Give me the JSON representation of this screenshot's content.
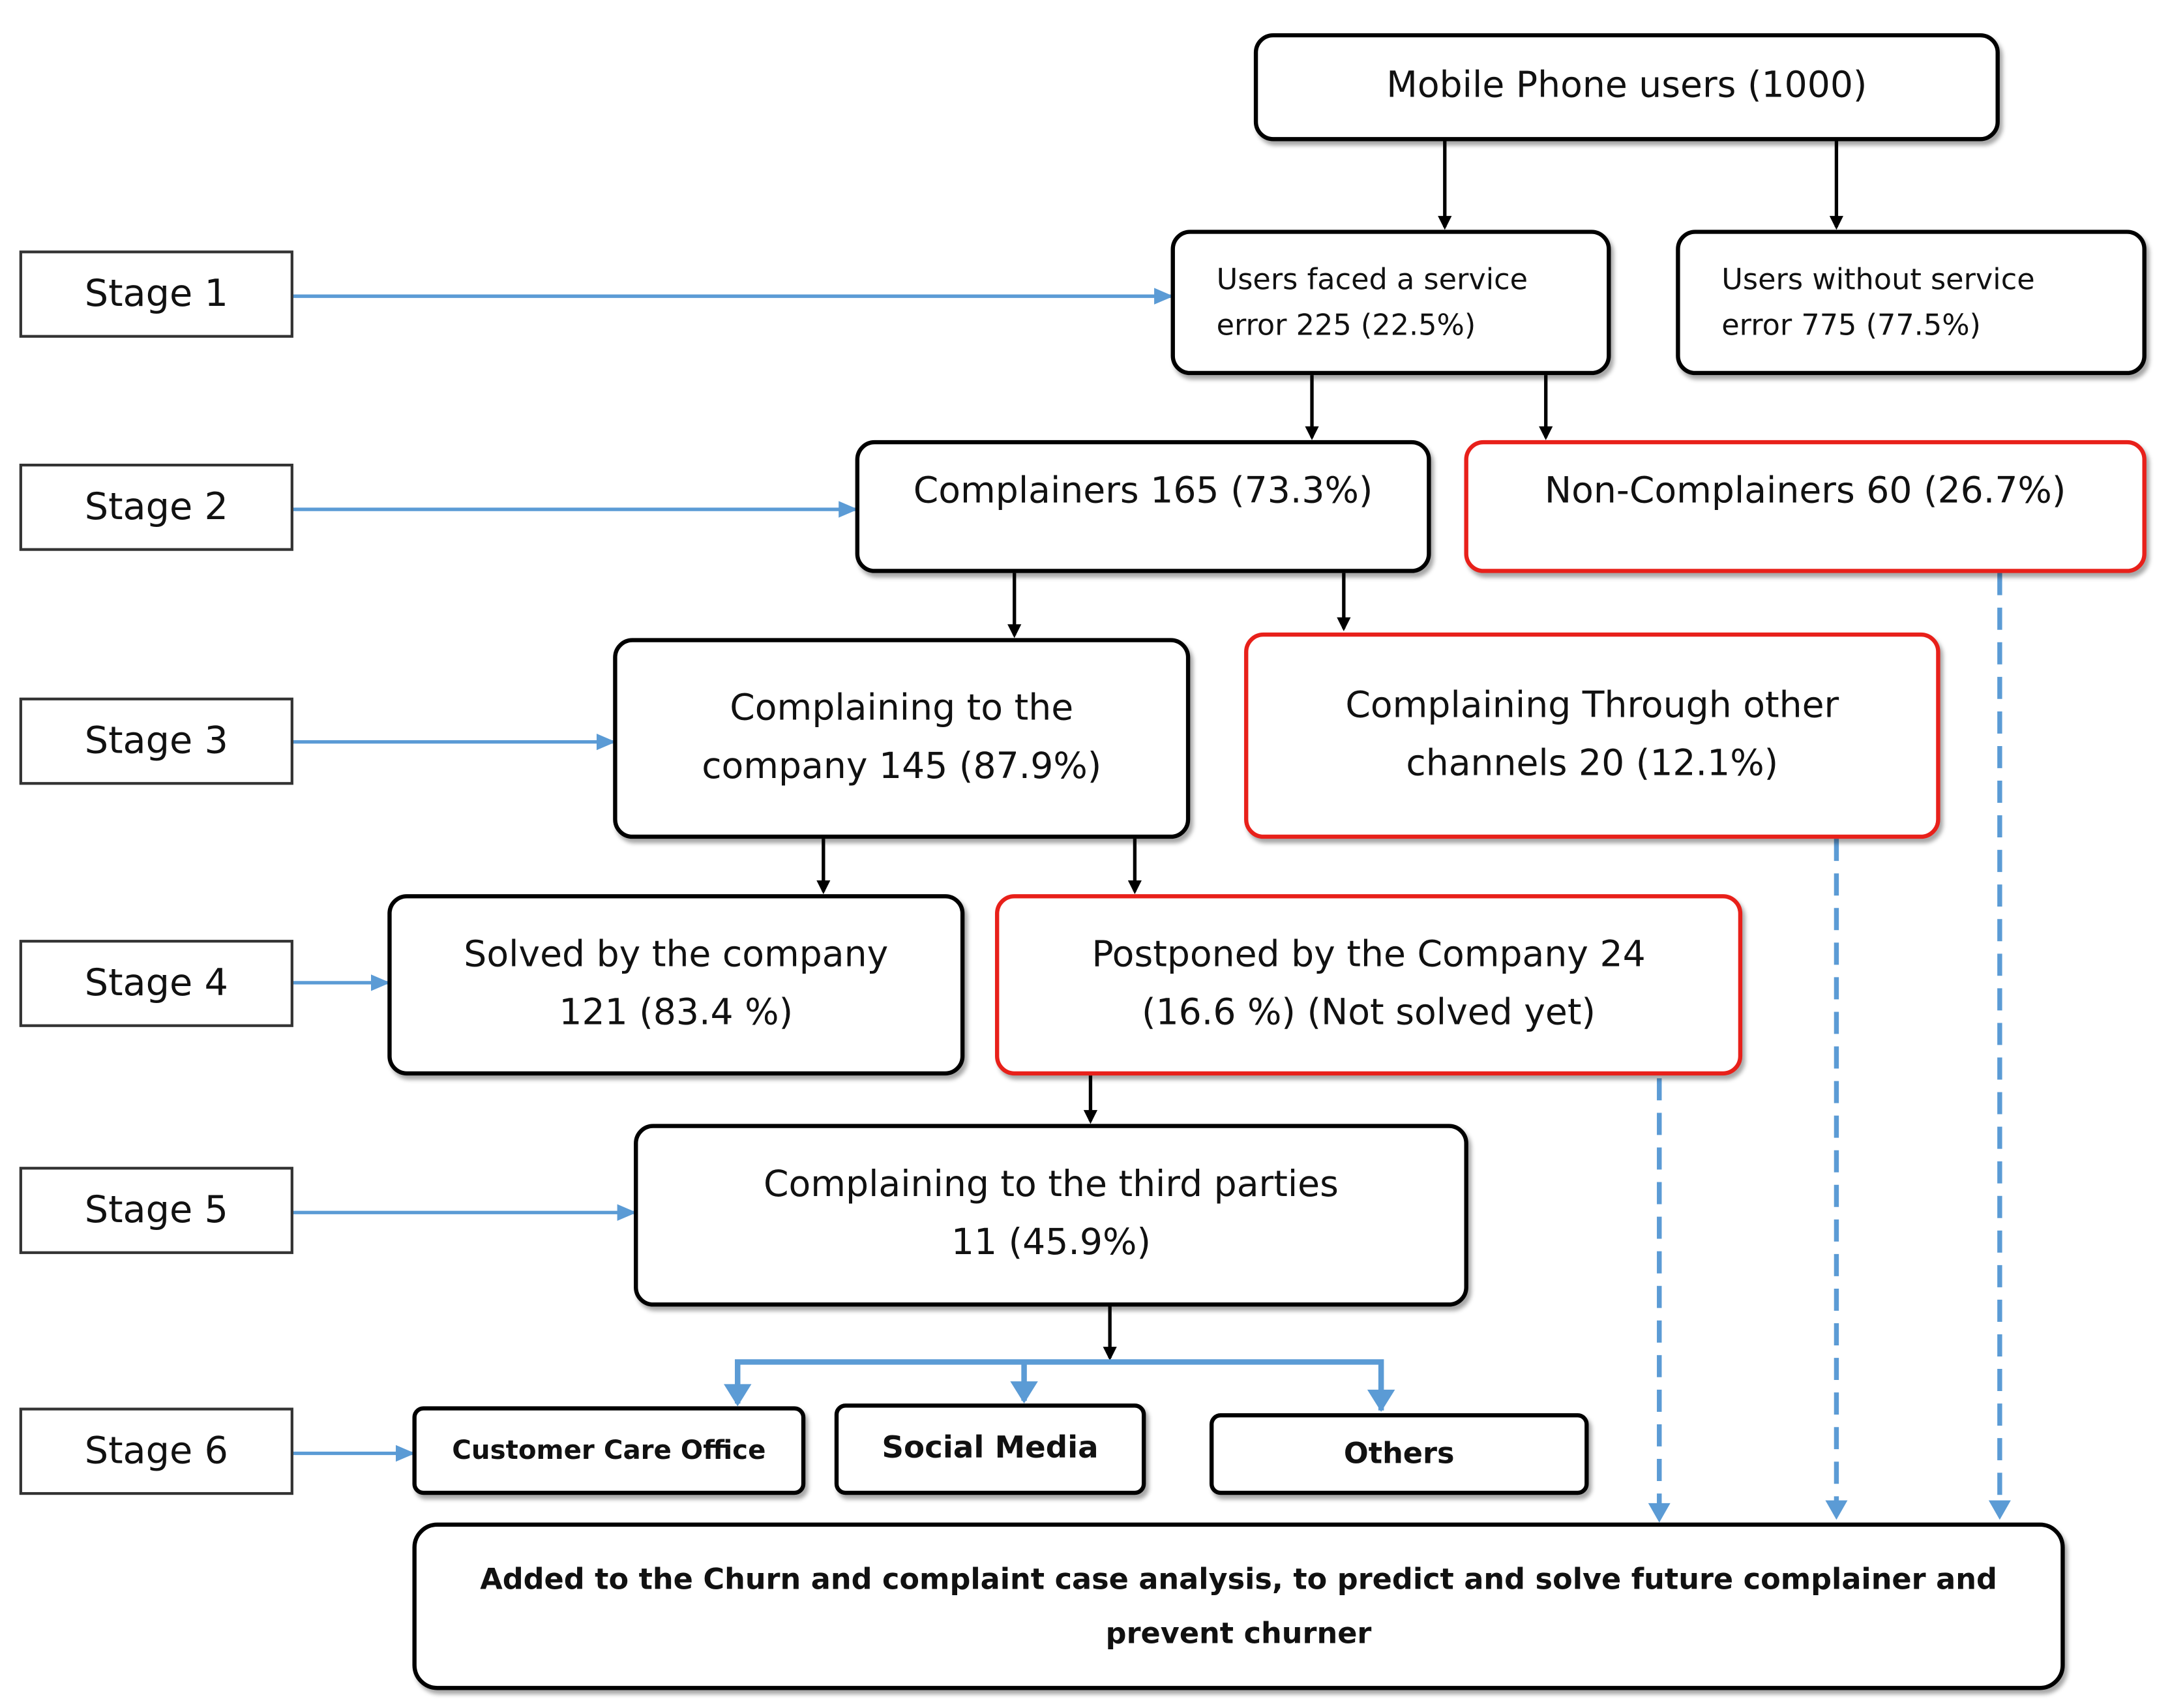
{
  "stages": [
    "Stage 1",
    "Stage 2",
    "Stage 3",
    "Stage 4",
    "Stage 5",
    "Stage 6"
  ],
  "nodes": {
    "root": "Mobile Phone users (1000)",
    "faced_error": "Users faced a service\nerror 225 (22.5%)",
    "without_error": "Users without service\nerror 775 (77.5%)",
    "complainers": "Complainers 165 (73.3%)",
    "non_complainers": "Non-Complainers 60 (26.7%)",
    "to_company": "Complaining to the\ncompany 145 (87.9%)",
    "other_channels": "Complaining Through other\nchannels 20 (12.1%)",
    "solved": "Solved by the company\n121 (83.4 %)",
    "postponed": "Postponed by the Company 24\n(16.6 %) (Not solved yet)",
    "third_parties": "Complaining to the third parties\n11 (45.9%)",
    "customer_care": "Customer Care Office",
    "social_media": "Social Media",
    "others": "Others",
    "final": "Added to the Churn and complaint case analysis, to predict and solve future complainer and\nprevent churner"
  },
  "colors": {
    "stage_arrow": "#5b9bd5",
    "red_border": "#e8201a",
    "flow_arrow": "#000000"
  }
}
